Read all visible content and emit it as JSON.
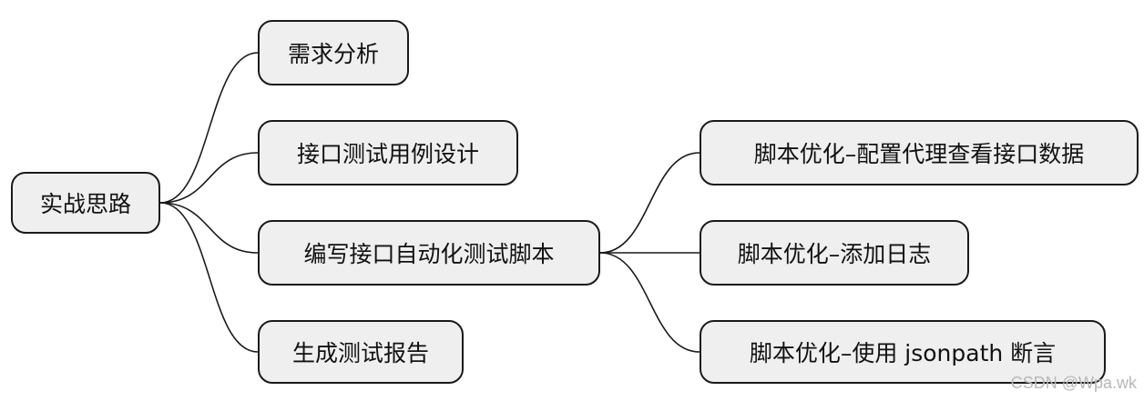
{
  "mindmap": {
    "root": {
      "label": "实战思路"
    },
    "branches": [
      {
        "label": "需求分析"
      },
      {
        "label": "接口测试用例设计"
      },
      {
        "label": "编写接口自动化测试脚本",
        "children": [
          {
            "label": "脚本优化–配置代理查看接口数据"
          },
          {
            "label": "脚本优化–添加日志"
          },
          {
            "label": "脚本优化–使用 jsonpath 断言"
          }
        ]
      },
      {
        "label": "生成测试报告"
      }
    ],
    "colors": {
      "node_fill": "#efefef",
      "node_border": "#1a1a1a",
      "edge": "#1a1a1a"
    }
  },
  "watermark": "CSDN @Wpa.wk"
}
